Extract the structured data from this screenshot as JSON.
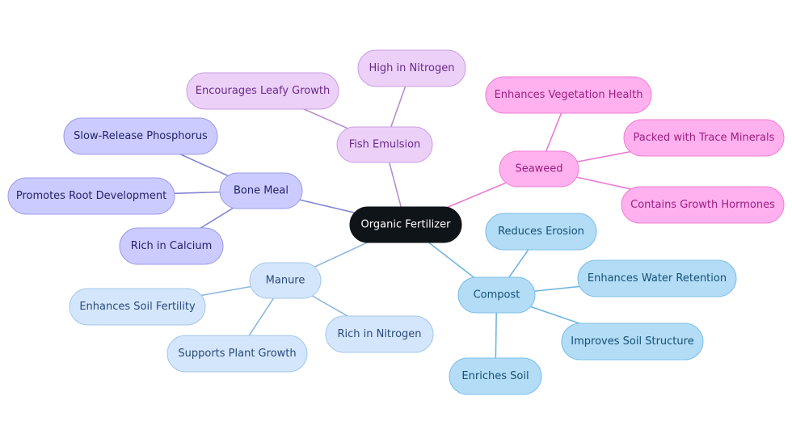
{
  "root": {
    "label": "Organic Fertilizer",
    "fill": "#0f1419",
    "stroke": "#0f1419",
    "text_color": "#ffffff",
    "branches": [
      {
        "id": "fish-emulsion",
        "label": "Fish Emulsion",
        "fill": "#ecd0f8",
        "stroke": "#caa0e2",
        "text_color": "#6a2a8a",
        "edge_color": "#b78fd0",
        "leaves": [
          {
            "id": "high-in-nitrogen",
            "label": "High in Nitrogen"
          },
          {
            "id": "encourages-leafy-growth",
            "label": "Encourages Leafy Growth"
          }
        ]
      },
      {
        "id": "bone-meal",
        "label": "Bone Meal",
        "fill": "#cbcbff",
        "stroke": "#9c9ce8",
        "text_color": "#22236b",
        "edge_color": "#8585d4",
        "leaves": [
          {
            "id": "slow-release-phosphorus",
            "label": "Slow-Release Phosphorus"
          },
          {
            "id": "promotes-root-development",
            "label": "Promotes Root Development"
          },
          {
            "id": "rich-in-calcium",
            "label": "Rich in Calcium"
          }
        ]
      },
      {
        "id": "seaweed",
        "label": "Seaweed",
        "fill": "#ffb0ee",
        "stroke": "#ef80d6",
        "text_color": "#9a1f80",
        "edge_color": "#ea7ad2",
        "leaves": [
          {
            "id": "enhances-vegetation-health",
            "label": "Enhances Vegetation Health"
          },
          {
            "id": "packed-with-trace-minerals",
            "label": "Packed with Trace Minerals"
          },
          {
            "id": "contains-growth-hormones",
            "label": "Contains Growth Hormones"
          }
        ]
      },
      {
        "id": "manure",
        "label": "Manure",
        "fill": "#d4e6fb",
        "stroke": "#a6c8ea",
        "text_color": "#2a4a78",
        "edge_color": "#8fb8df",
        "leaves": [
          {
            "id": "enhances-soil-fertility",
            "label": "Enhances Soil Fertility"
          },
          {
            "id": "supports-plant-growth",
            "label": "Supports Plant Growth"
          },
          {
            "id": "manure-rich-in-nitrogen",
            "label": "Rich in Nitrogen"
          }
        ]
      },
      {
        "id": "compost",
        "label": "Compost",
        "fill": "#b3dcf7",
        "stroke": "#7fbfe6",
        "text_color": "#175072",
        "edge_color": "#6fb5e0",
        "leaves": [
          {
            "id": "reduces-erosion",
            "label": "Reduces Erosion"
          },
          {
            "id": "enhances-water-retention",
            "label": "Enhances Water Retention"
          },
          {
            "id": "improves-soil-structure",
            "label": "Improves Soil Structure"
          },
          {
            "id": "enriches-soil",
            "label": "Enriches Soil"
          }
        ]
      }
    ]
  }
}
